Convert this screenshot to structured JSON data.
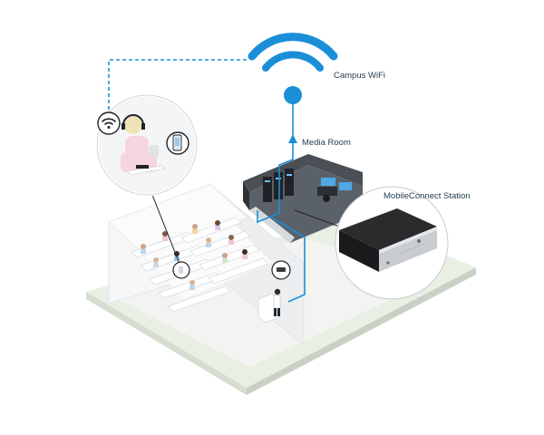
{
  "labels": {
    "campus_wifi": "Campus WiFi",
    "media_room": "Media Room",
    "mobileconnect_station": "MobileConnect Station"
  },
  "colors": {
    "network_line": "#1a8fd8",
    "floor": "#e8efe3",
    "room_wall": "#f4f5f6",
    "media_room_dark": "#3b3f44",
    "device_body": "#1c1c1e",
    "device_front": "#c9cdd1"
  },
  "icons": {
    "wifi": "wifi-icon",
    "arrow": "arrow-up-icon",
    "listener": "student-with-headphones-icon",
    "smartphone": "smartphone-icon",
    "device": "mobileconnect-station-device"
  }
}
